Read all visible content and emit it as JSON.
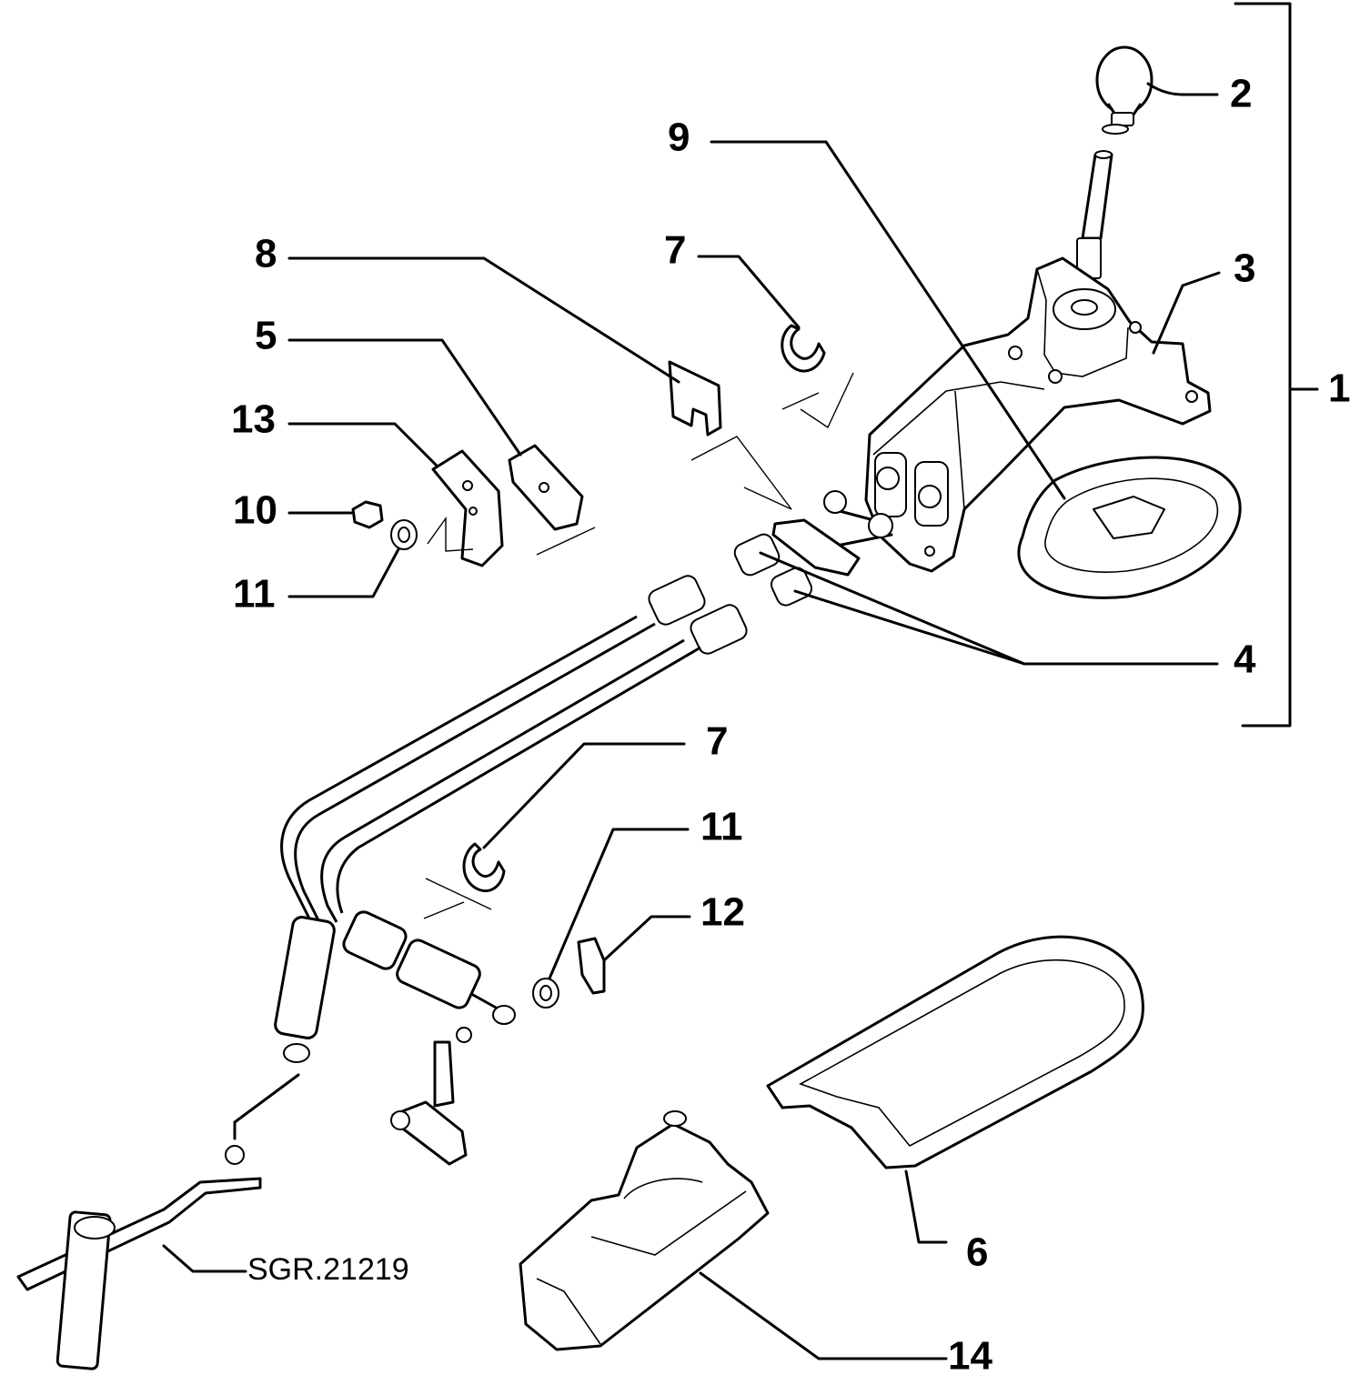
{
  "callouts": {
    "c1": "1",
    "c2": "2",
    "c3": "3",
    "c4": "4",
    "c5": "5",
    "c6": "6",
    "c7a": "7",
    "c7b": "7",
    "c8": "8",
    "c9": "9",
    "c10": "10",
    "c11a": "11",
    "c11b": "11",
    "c12": "12",
    "c13": "13",
    "c14": "14"
  },
  "reference": "SGR.21219"
}
